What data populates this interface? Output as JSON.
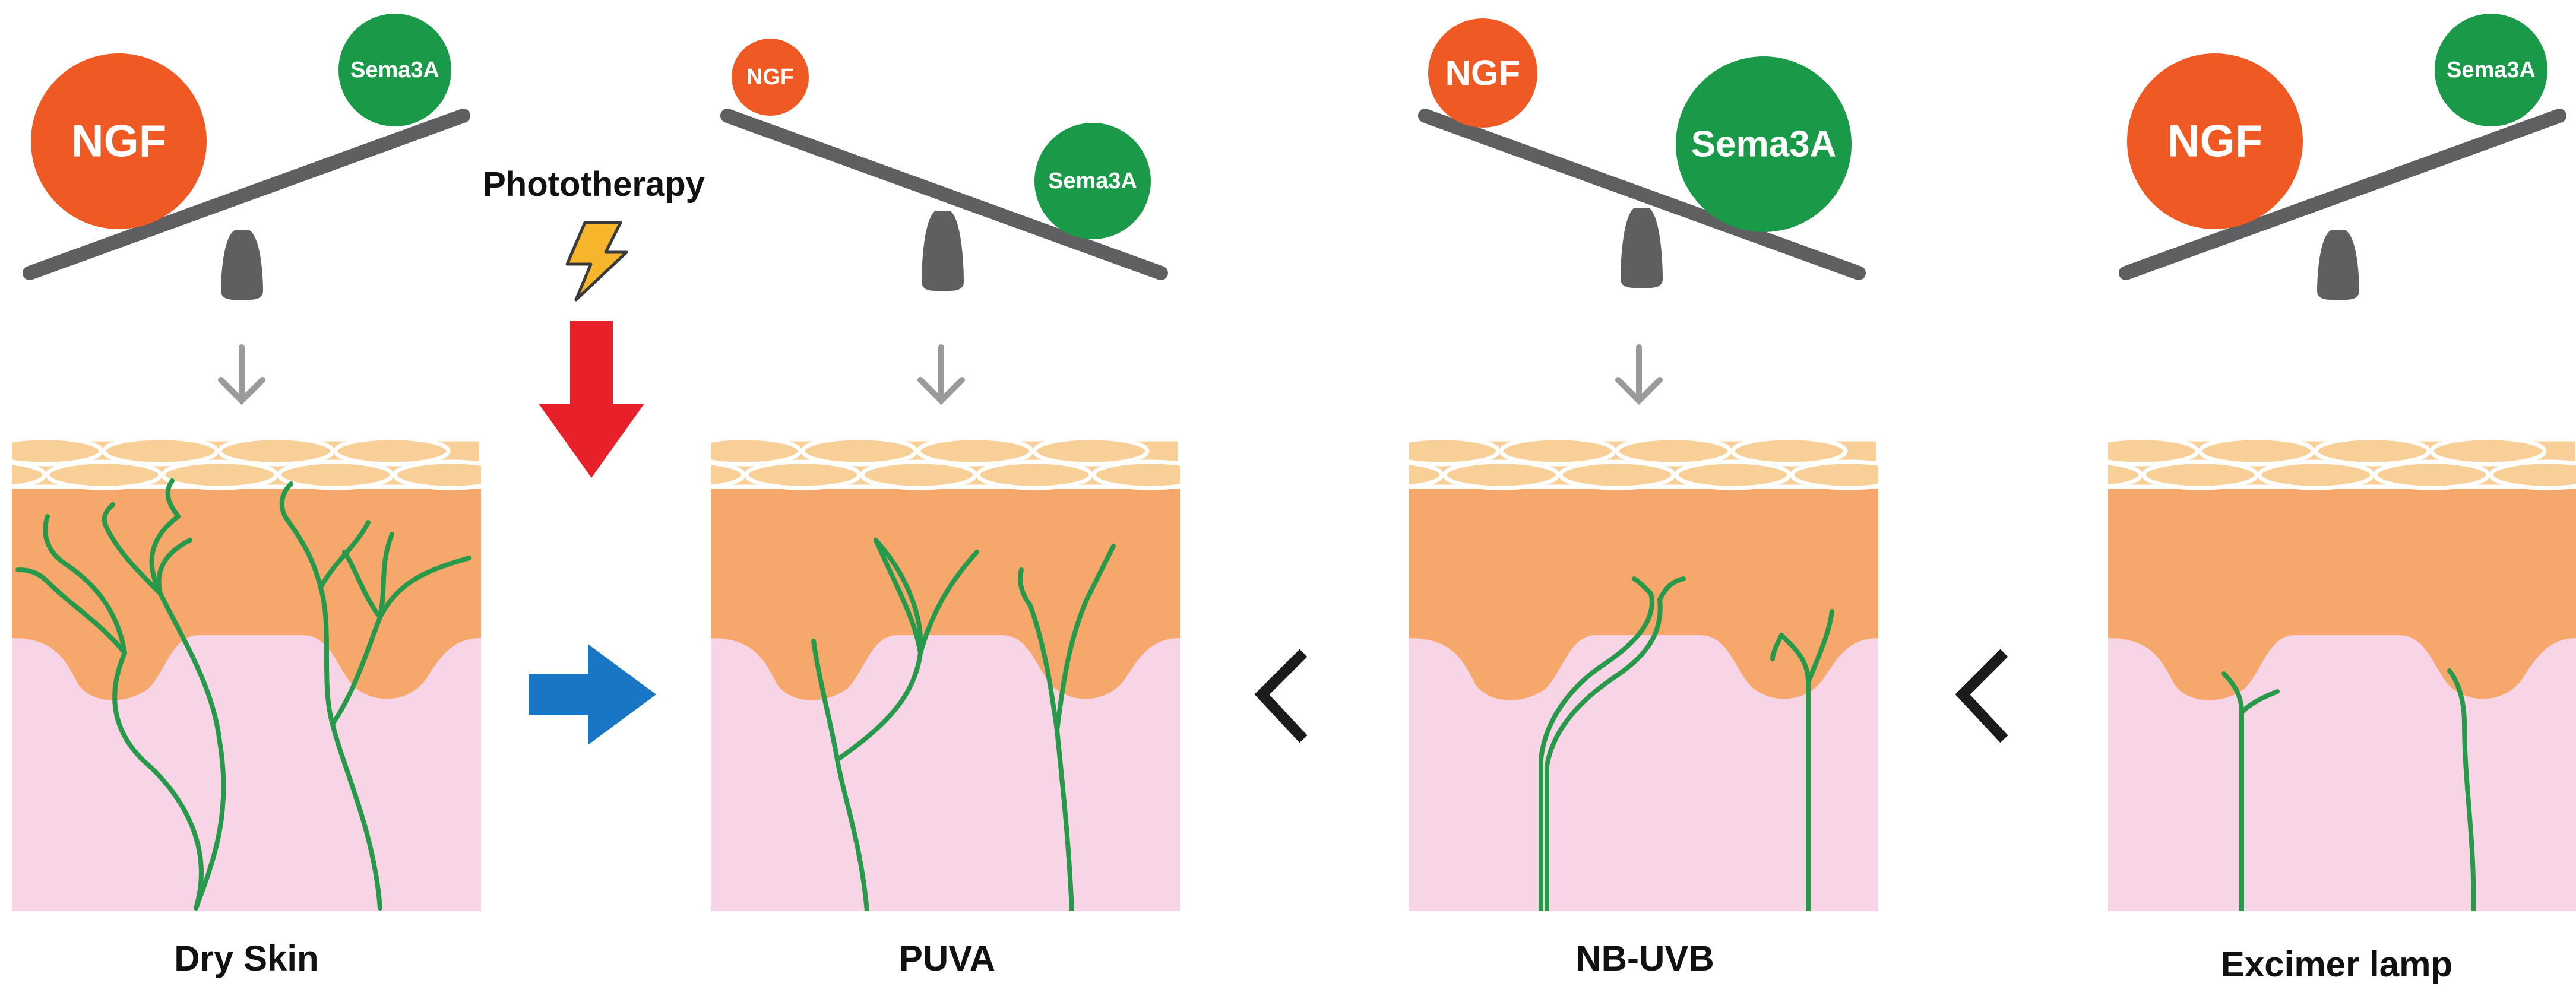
{
  "colors": {
    "ngf": "#ef5a24",
    "sema3a": "#1a9a48",
    "beam": "#5f5f61",
    "stratum": "#f7cf97",
    "epidermis": "#f6a76c",
    "dermis": "#f7d5e6",
    "nerve": "#26994a",
    "red_arrow": "#e8202a",
    "blue_arrow": "#1876c4",
    "gray_arrow": "#9a9a9a",
    "chevron": "#1b1b1b",
    "bolt": "#f7b52c"
  },
  "panels": [
    {
      "id": "dry-skin",
      "caption": "Dry Skin",
      "ngf_label": "NGF",
      "sema_label": "Sema3A"
    },
    {
      "id": "puva",
      "caption": "PUVA",
      "ngf_label": "NGF",
      "sema_label": "Sema3A"
    },
    {
      "id": "nb-uvb",
      "caption": "NB-UVB",
      "ngf_label": "NGF",
      "sema_label": "Sema3A"
    },
    {
      "id": "excimer",
      "caption": "Excimer lamp",
      "ngf_label": "NGF",
      "sema_label": "Sema3A"
    }
  ],
  "phototherapy_label": "Phototherapy",
  "icons": {
    "bolt": "lightning-bolt-icon",
    "red_arrow": "arrow-down-icon",
    "blue_arrow": "arrow-right-icon",
    "chevron": "less-than-icon"
  }
}
